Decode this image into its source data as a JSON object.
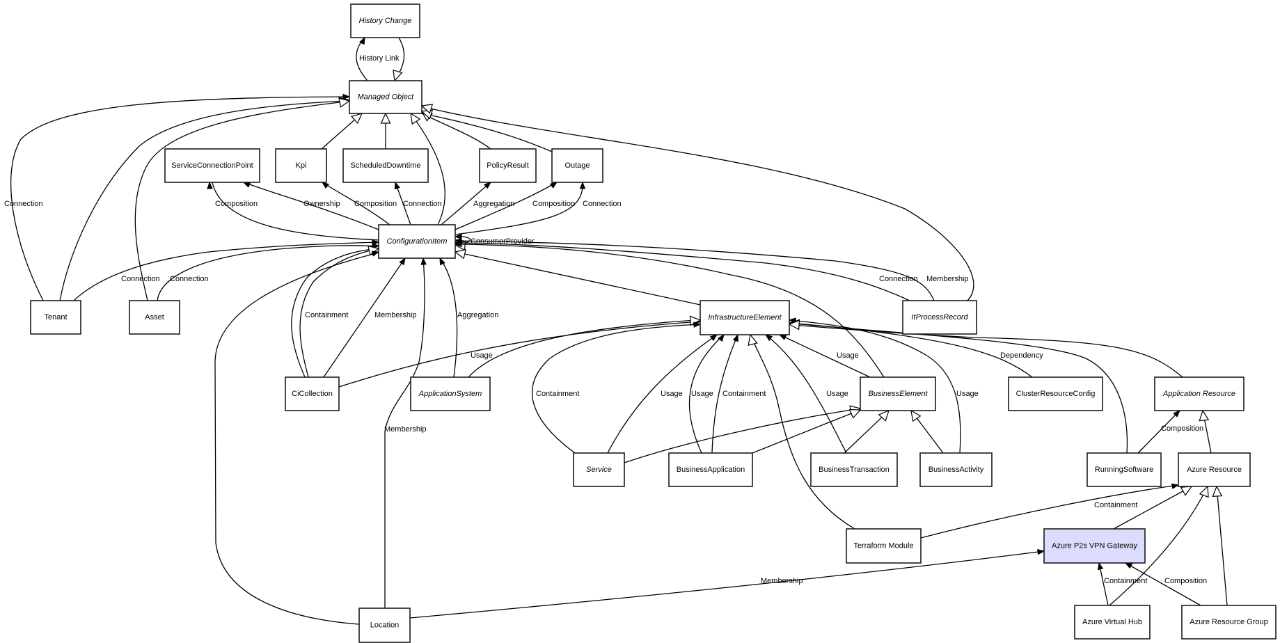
{
  "diagram": {
    "type": "class-relationship-diagram",
    "highlight_color": "#dcdcff",
    "nodes": [
      {
        "id": "history-change",
        "label": "History Change",
        "abstract": true
      },
      {
        "id": "managed-object",
        "label": "Managed Object",
        "abstract": true
      },
      {
        "id": "service-connection-point",
        "label": "ServiceConnectionPoint",
        "abstract": false
      },
      {
        "id": "kpi",
        "label": "Kpi",
        "abstract": false
      },
      {
        "id": "scheduled-downtime",
        "label": "ScheduledDowntime",
        "abstract": false
      },
      {
        "id": "policy-result",
        "label": "PolicyResult",
        "abstract": false
      },
      {
        "id": "outage",
        "label": "Outage",
        "abstract": false
      },
      {
        "id": "configuration-item",
        "label": "ConfigurationItem",
        "abstract": true
      },
      {
        "id": "tenant",
        "label": "Tenant",
        "abstract": false
      },
      {
        "id": "asset",
        "label": "Asset",
        "abstract": false
      },
      {
        "id": "infrastructure-element",
        "label": "InfrastructureElement",
        "abstract": true
      },
      {
        "id": "it-process-record",
        "label": "ItProcessRecord",
        "abstract": true
      },
      {
        "id": "ci-collection",
        "label": "CiCollection",
        "abstract": false
      },
      {
        "id": "application-system",
        "label": "ApplicationSystem",
        "abstract": true
      },
      {
        "id": "business-element",
        "label": "BusinessElement",
        "abstract": true
      },
      {
        "id": "cluster-resource-config",
        "label": "ClusterResourceConfig",
        "abstract": false
      },
      {
        "id": "application-resource",
        "label": "Application Resource",
        "abstract": true
      },
      {
        "id": "service",
        "label": "Service",
        "abstract": true
      },
      {
        "id": "business-application",
        "label": "BusinessApplication",
        "abstract": false
      },
      {
        "id": "business-transaction",
        "label": "BusinessTransaction",
        "abstract": false
      },
      {
        "id": "business-activity",
        "label": "BusinessActivity",
        "abstract": false
      },
      {
        "id": "running-software",
        "label": "RunningSoftware",
        "abstract": false
      },
      {
        "id": "azure-resource",
        "label": "Azure Resource",
        "abstract": false
      },
      {
        "id": "terraform-module",
        "label": "Terraform Module",
        "abstract": false
      },
      {
        "id": "azure-p2s-vpn-gateway",
        "label": "Azure P2s VPN Gateway",
        "abstract": false,
        "highlighted": true
      },
      {
        "id": "location",
        "label": "Location",
        "abstract": false
      },
      {
        "id": "azure-virtual-hub",
        "label": "Azure Virtual Hub",
        "abstract": false
      },
      {
        "id": "azure-resource-group",
        "label": "Azure Resource Group",
        "abstract": false
      }
    ],
    "edges": [
      {
        "from": "managed-object",
        "to": "history-change",
        "label": "History Link",
        "kind": "association"
      },
      {
        "from": "history-change",
        "to": "managed-object",
        "label": "",
        "kind": "inheritance"
      },
      {
        "from": "tenant",
        "to": "managed-object",
        "label": "Connection",
        "kind": "association"
      },
      {
        "from": "tenant",
        "to": "managed-object",
        "label": "",
        "kind": "inheritance"
      },
      {
        "from": "asset",
        "to": "managed-object",
        "label": "",
        "kind": "inheritance"
      },
      {
        "from": "kpi",
        "to": "managed-object",
        "label": "",
        "kind": "inheritance"
      },
      {
        "from": "scheduled-downtime",
        "to": "managed-object",
        "label": "",
        "kind": "inheritance"
      },
      {
        "from": "configuration-item",
        "to": "managed-object",
        "label": "",
        "kind": "inheritance"
      },
      {
        "from": "policy-result",
        "to": "managed-object",
        "label": "",
        "kind": "inheritance"
      },
      {
        "from": "outage",
        "to": "managed-object",
        "label": "",
        "kind": "inheritance"
      },
      {
        "from": "it-process-record",
        "to": "managed-object",
        "label": "",
        "kind": "inheritance"
      },
      {
        "from": "configuration-item",
        "to": "service-connection-point",
        "label": "Composition",
        "kind": "association"
      },
      {
        "from": "configuration-item",
        "to": "service-connection-point",
        "label": "Ownership",
        "kind": "association"
      },
      {
        "from": "configuration-item",
        "to": "kpi",
        "label": "Composition",
        "kind": "association"
      },
      {
        "from": "configuration-item",
        "to": "scheduled-downtime",
        "label": "Connection",
        "kind": "association"
      },
      {
        "from": "configuration-item",
        "to": "policy-result",
        "label": "Aggregation",
        "kind": "association"
      },
      {
        "from": "configuration-item",
        "to": "outage",
        "label": "Composition",
        "kind": "association"
      },
      {
        "from": "configuration-item",
        "to": "outage",
        "label": "Connection",
        "kind": "association"
      },
      {
        "from": "configuration-item",
        "to": "configuration-item",
        "label": "ConsumerProvider",
        "kind": "association"
      },
      {
        "from": "tenant",
        "to": "configuration-item",
        "label": "Connection",
        "kind": "association"
      },
      {
        "from": "asset",
        "to": "configuration-item",
        "label": "Connection",
        "kind": "association"
      },
      {
        "from": "ci-collection",
        "to": "configuration-item",
        "label": "Containment",
        "kind": "association"
      },
      {
        "from": "ci-collection",
        "to": "configuration-item",
        "label": "",
        "kind": "inheritance"
      },
      {
        "from": "ci-collection",
        "to": "configuration-item",
        "label": "Membership",
        "kind": "association"
      },
      {
        "from": "location",
        "to": "configuration-item",
        "label": "",
        "kind": "association"
      },
      {
        "from": "location",
        "to": "configuration-item",
        "label": "Membership",
        "kind": "association"
      },
      {
        "from": "application-system",
        "to": "configuration-item",
        "label": "Aggregation",
        "kind": "association"
      },
      {
        "from": "infrastructure-element",
        "to": "configuration-item",
        "label": "",
        "kind": "inheritance"
      },
      {
        "from": "it-process-record",
        "to": "configuration-item",
        "label": "Connection",
        "kind": "association"
      },
      {
        "from": "it-process-record",
        "to": "configuration-item",
        "label": "Membership",
        "kind": "association"
      },
      {
        "from": "business-element",
        "to": "configuration-item",
        "label": "",
        "kind": "association"
      },
      {
        "from": "ci-collection",
        "to": "infrastructure-element",
        "label": "Usage",
        "kind": "association"
      },
      {
        "from": "application-system",
        "to": "infrastructure-element",
        "label": "",
        "kind": "inheritance"
      },
      {
        "from": "service",
        "to": "infrastructure-element",
        "label": "Containment",
        "kind": "association"
      },
      {
        "from": "service",
        "to": "infrastructure-element",
        "label": "Usage",
        "kind": "association"
      },
      {
        "from": "business-application",
        "to": "infrastructure-element",
        "label": "Usage",
        "kind": "association"
      },
      {
        "from": "business-application",
        "to": "infrastructure-element",
        "label": "Containment",
        "kind": "association"
      },
      {
        "from": "terraform-module",
        "to": "infrastructure-element",
        "label": "",
        "kind": "inheritance"
      },
      {
        "from": "business-transaction",
        "to": "infrastructure-element",
        "label": "Usage",
        "kind": "association"
      },
      {
        "from": "business-element",
        "to": "infrastructure-element",
        "label": "Usage",
        "kind": "association"
      },
      {
        "from": "business-activity",
        "to": "infrastructure-element",
        "label": "Usage",
        "kind": "association"
      },
      {
        "from": "cluster-resource-config",
        "to": "infrastructure-element",
        "label": "Dependency",
        "kind": "association"
      },
      {
        "from": "running-software",
        "to": "infrastructure-element",
        "label": "",
        "kind": "inheritance"
      },
      {
        "from": "application-resource",
        "to": "infrastructure-element",
        "label": "",
        "kind": "inheritance"
      },
      {
        "from": "service",
        "to": "business-element",
        "label": "",
        "kind": "inheritance"
      },
      {
        "from": "business-application",
        "to": "business-element",
        "label": "",
        "kind": "inheritance"
      },
      {
        "from": "business-transaction",
        "to": "business-element",
        "label": "",
        "kind": "inheritance"
      },
      {
        "from": "business-activity",
        "to": "business-element",
        "label": "",
        "kind": "inheritance"
      },
      {
        "from": "running-software",
        "to": "application-resource",
        "label": "Composition",
        "kind": "association"
      },
      {
        "from": "azure-resource",
        "to": "application-resource",
        "label": "",
        "kind": "inheritance"
      },
      {
        "from": "terraform-module",
        "to": "azure-resource",
        "label": "Containment",
        "kind": "association"
      },
      {
        "from": "azure-p2s-vpn-gateway",
        "to": "azure-resource",
        "label": "",
        "kind": "inheritance"
      },
      {
        "from": "azure-virtual-hub",
        "to": "azure-resource",
        "label": "",
        "kind": "inheritance"
      },
      {
        "from": "azure-resource-group",
        "to": "azure-resource",
        "label": "",
        "kind": "inheritance"
      },
      {
        "from": "location",
        "to": "azure-p2s-vpn-gateway",
        "label": "Membership",
        "kind": "association"
      },
      {
        "from": "azure-virtual-hub",
        "to": "azure-p2s-vpn-gateway",
        "label": "Containment",
        "kind": "association"
      },
      {
        "from": "azure-resource-group",
        "to": "azure-p2s-vpn-gateway",
        "label": "Composition",
        "kind": "association"
      }
    ]
  }
}
